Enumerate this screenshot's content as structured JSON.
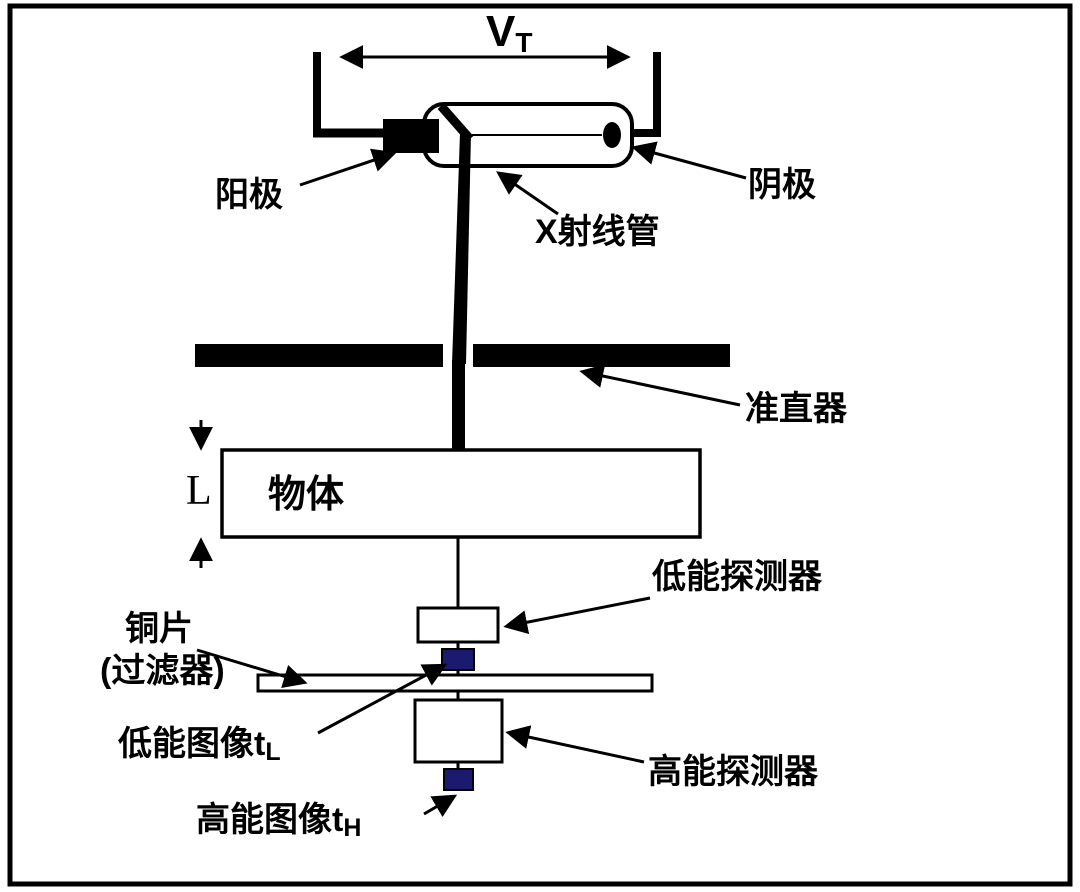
{
  "diagram": {
    "colors": {
      "line": "#000000",
      "image_block": "#1a1a6e",
      "background": "#ffffff"
    },
    "labels": {
      "voltage_main": "V",
      "voltage_sub": "T",
      "anode": "阳极",
      "cathode": "阴极",
      "xray_tube": "X射线管",
      "collimator": "准直器",
      "object_label": "物体",
      "thickness": "L",
      "low_detector": "低能探测器",
      "copper": "铜片",
      "copper_filter": "(过滤器)",
      "low_image_main": "低能图像t",
      "low_image_sub": "L",
      "high_detector": "高能探测器",
      "high_image_main": "高能图像t",
      "high_image_sub": "H"
    }
  }
}
